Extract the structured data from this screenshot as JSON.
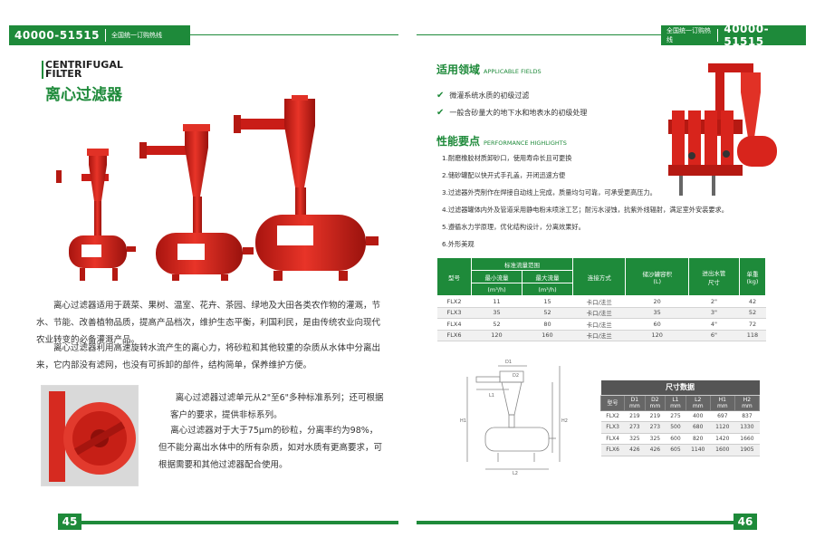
{
  "left": {
    "header_number": "40000-51515",
    "header_hotline": "全国统一订购热线",
    "title_en_1": "CENTRIFUGAL",
    "title_en_2": "FILTER",
    "title_zh": "离心过滤器",
    "paragraph1": "离心过滤器适用于蔬菜、果树、温室、花卉、茶园、绿地及大田各类农作物的灌溉，节水、节能、改善植物品质，提高产品档次，维护生态平衡，利国利民，是由传统农业向现代农业转变的必备灌溉产品。",
    "paragraph2": "离心过滤器利用高速旋转水流产生的离心力，将砂粒和其他较重的杂质从水体中分离出来，它内部没有滤网，也没有可拆卸的部件，结构简单，保养维护方便。",
    "paragraph3": "离心过滤器过滤单元从2\"至6\"多种标准系列；还可根据客户的要求，提供非标系列。",
    "paragraph4": "离心过滤器对于大于75μm的砂粒，分离率约为98%，但不能分离出水体中的所有杂质，如对水质有更高要求，可根据需要和其他过滤器配合使用。",
    "page_number": "45"
  },
  "right": {
    "header_number": "40000-51515",
    "header_hotline": "全国统一订购热线",
    "applicable_title": "适用领域",
    "applicable_en": "APPLICABLE FIELDS",
    "applicable_items": [
      "微灌系统水质的初级过滤",
      "一般含砂量大的地下水和地表水的初级处理"
    ],
    "performance_title": "性能要点",
    "performance_en": "PERFORMANCE HIGHLIGHTS",
    "performance_items": [
      "1.耐磨橡胶材质卸砂口，使用寿命长且可更换",
      "2.储砂罐配以快开式手孔盖，开闭迅速方便",
      "3.过滤器外壳制作在焊接自动线上完成，质量均匀可靠，可承受更高压力。",
      "4.过滤器罐体内外及管道采用静电粉末喷涂工艺；耐污水浸蚀，抗紫外线辐射，满足室外安装要求。",
      "5.遵循水力学原理，优化结构设计，分离效果好。",
      "6.外形美观"
    ],
    "spec_table": {
      "h_model": "型号",
      "h_flow": "标准流量范围",
      "h_min": "最小流量",
      "h_max": "最大流量",
      "h_unit": "(m³/h)",
      "h_conn": "连接方式",
      "h_tank": "储沙罐容积\n(L)",
      "h_pipe": "进出水管\n尺寸",
      "h_weight": "单重\n(kg)",
      "rows": [
        [
          "FLX2",
          "11",
          "15",
          "卡口/法兰",
          "20",
          "2\"",
          "42"
        ],
        [
          "FLX3",
          "35",
          "52",
          "卡口/法兰",
          "35",
          "3\"",
          "52"
        ],
        [
          "FLX4",
          "52",
          "80",
          "卡口/法兰",
          "60",
          "4\"",
          "72"
        ],
        [
          "FLX6",
          "120",
          "160",
          "卡口/法兰",
          "120",
          "6\"",
          "118"
        ]
      ]
    },
    "diagram_labels": {
      "D1": "D1",
      "D2": "D2",
      "L1": "L1",
      "L2": "L2",
      "H1": "H1",
      "H2": "H2"
    },
    "dim_table": {
      "caption": "尺寸数据",
      "headers": [
        "型号",
        "D1\nmm",
        "D2\nmm",
        "L1\nmm",
        "L2\nmm",
        "H1\nmm",
        "H2\nmm"
      ],
      "rows": [
        [
          "FLX2",
          "219",
          "219",
          "275",
          "400",
          "697",
          "837"
        ],
        [
          "FLX3",
          "273",
          "273",
          "500",
          "680",
          "1120",
          "1330"
        ],
        [
          "FLX4",
          "325",
          "325",
          "600",
          "820",
          "1420",
          "1660"
        ],
        [
          "FLX6",
          "426",
          "426",
          "605",
          "1140",
          "1600",
          "1905"
        ]
      ]
    },
    "page_number": "46"
  },
  "colors": {
    "accent": "#1e8a3a",
    "product_red": "#d8241c"
  }
}
